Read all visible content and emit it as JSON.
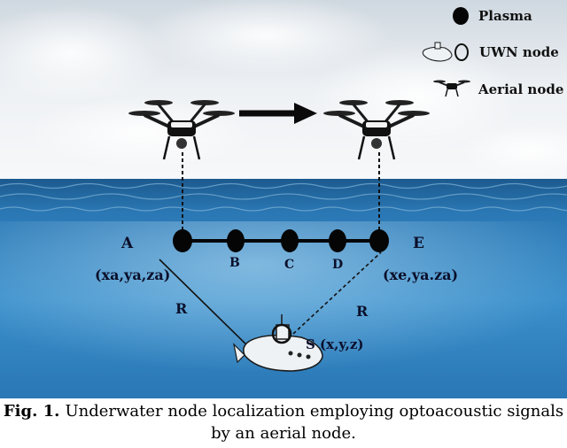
{
  "legend": {
    "plasma_label": "Plasma",
    "uwn_label": "UWN node",
    "aerial_label": "Aerial node"
  },
  "nodes": {
    "A": "A",
    "B": "B",
    "C": "C",
    "D": "D",
    "E": "E",
    "S": "S (x,y,z)",
    "A_coords": "(xa,ya,za)",
    "E_coords": "(xe,ya.za)",
    "range_left": "R",
    "range_right": "R"
  },
  "caption": {
    "label": "Fig. 1.",
    "text": "Underwater node localization employing optoacoustic signals by an aerial node."
  },
  "colors": {
    "sky_top": "#dfe6ec",
    "sky_bottom": "#f4f6f8",
    "sea_surface": "#1f5f95",
    "sea_deep": "#2c7fbd",
    "plasma": "#050505"
  }
}
